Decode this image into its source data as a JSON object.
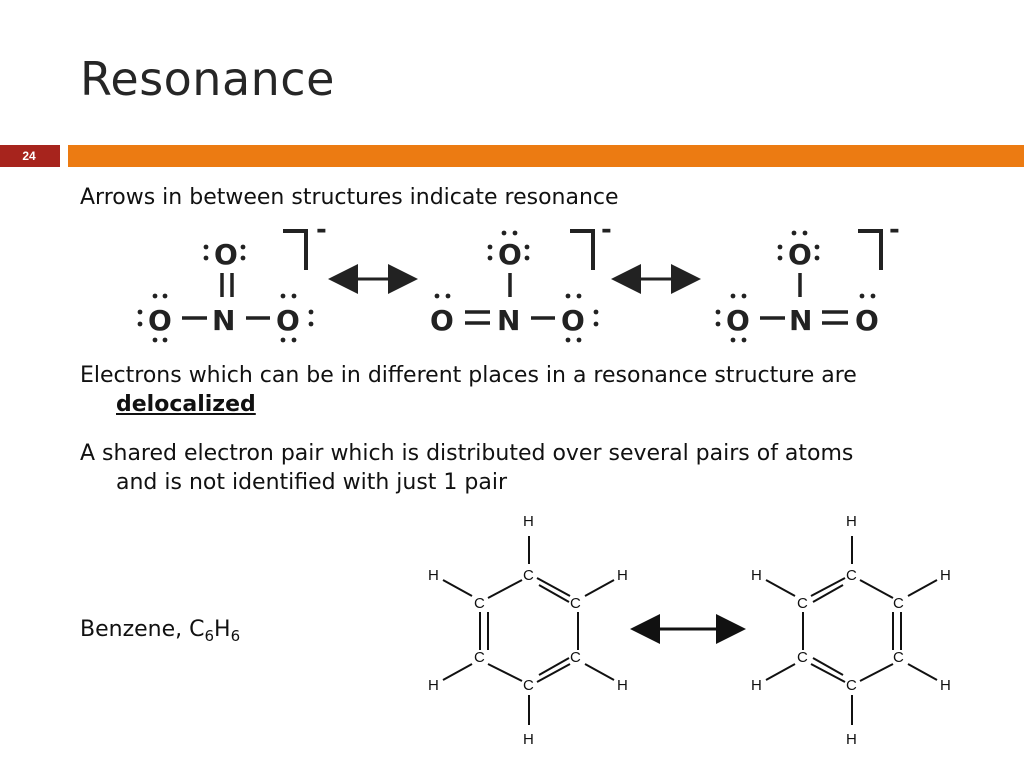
{
  "slide": {
    "title": "Resonance",
    "number": "24",
    "colors": {
      "accent_dark": "#a7241d",
      "accent_orange": "#ec7b12"
    }
  },
  "body": {
    "line1": "Arrows in between structures indicate  resonance",
    "line2_a": "Electrons which can be in different places in a resonance structure are",
    "line2_b": "delocalized",
    "line3_a": "A shared electron pair which is distributed over several pairs of atoms",
    "line3_b": "and is not identified with just 1 pair",
    "benzene_prefix": "Benzene, C",
    "benzene_sub1": "6",
    "benzene_mid": "H",
    "benzene_sub2": "6"
  },
  "nitrite": {
    "atom_o": "O",
    "atom_n": "N",
    "charge": "-"
  },
  "benzene": {
    "atom_c": "C",
    "atom_h": "H"
  }
}
